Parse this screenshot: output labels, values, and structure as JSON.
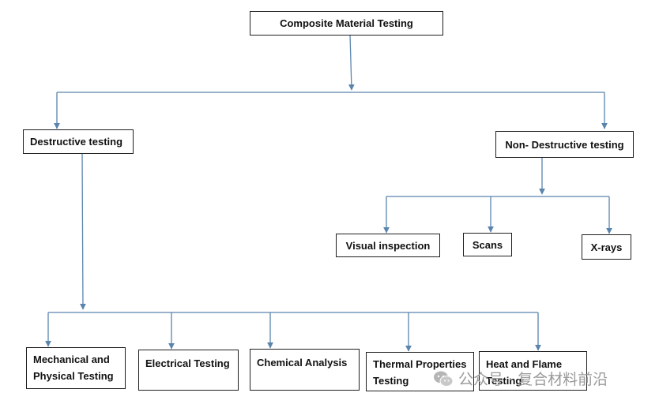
{
  "diagram": {
    "root": "Composite Material Testing",
    "destructive": {
      "label": "Destructive testing",
      "children": [
        "Mechanical and Physical Testing",
        "Electrical Testing",
        "Chemical Analysis",
        "Thermal Properties Testing",
        "Heat and Flame Testing"
      ]
    },
    "non_destructive": {
      "label": "Non- Destructive testing",
      "children": [
        "Visual inspection",
        "Scans",
        "X-rays"
      ]
    }
  },
  "watermark": {
    "text": "公众号 · 复合材料前沿",
    "icon": "wechat-icon"
  },
  "colors": {
    "connector": "#5b84ad",
    "box_border": "#1f1f1f"
  }
}
